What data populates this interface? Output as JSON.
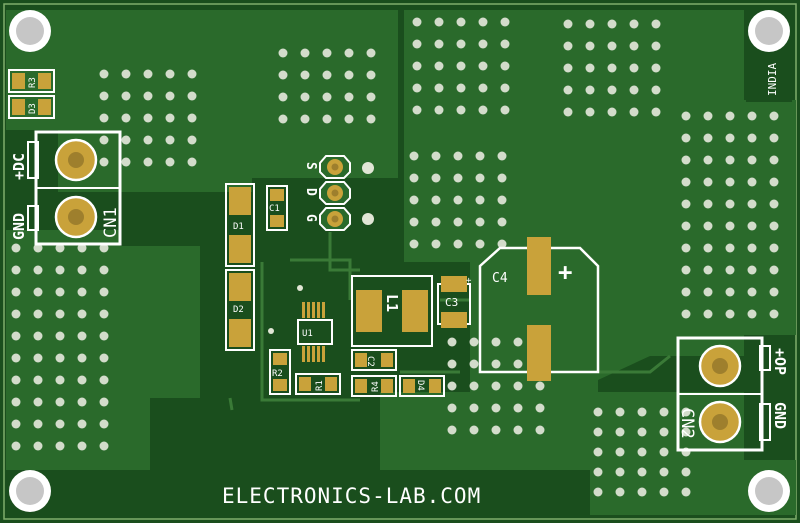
{
  "board": {
    "brand": "ELECTRONICS-LAB.COM",
    "origin": "INDIA",
    "colors": {
      "board": "#1f5a22",
      "copper": "#2b6a2c",
      "trace": "#326f32",
      "pad": "#c9a23a",
      "silk": "#ffffff",
      "via": "#d6ddd0",
      "hole": "#c8c8c8"
    }
  },
  "connectors": {
    "cn1": {
      "ref": "CN1",
      "pin1": "+DC",
      "pin2": "GND"
    },
    "cn2": {
      "ref": "CN2",
      "pin1": "+OP",
      "pin2": "GND"
    }
  },
  "pot": {
    "pin_s": "S",
    "pin_d": "D",
    "pin_g": "G"
  },
  "components": {
    "r1": "R1",
    "r2": "R2",
    "r3": "R3",
    "r4": "R4",
    "c1": "C1",
    "c2": "C2",
    "c3": "C3",
    "c4": "C4",
    "d1": "D1",
    "d2": "D2",
    "d3": "D3",
    "d4": "D4",
    "l1": "L1",
    "u1": "U1",
    "c4_polarity": "+",
    "c3_polarity": "+"
  }
}
